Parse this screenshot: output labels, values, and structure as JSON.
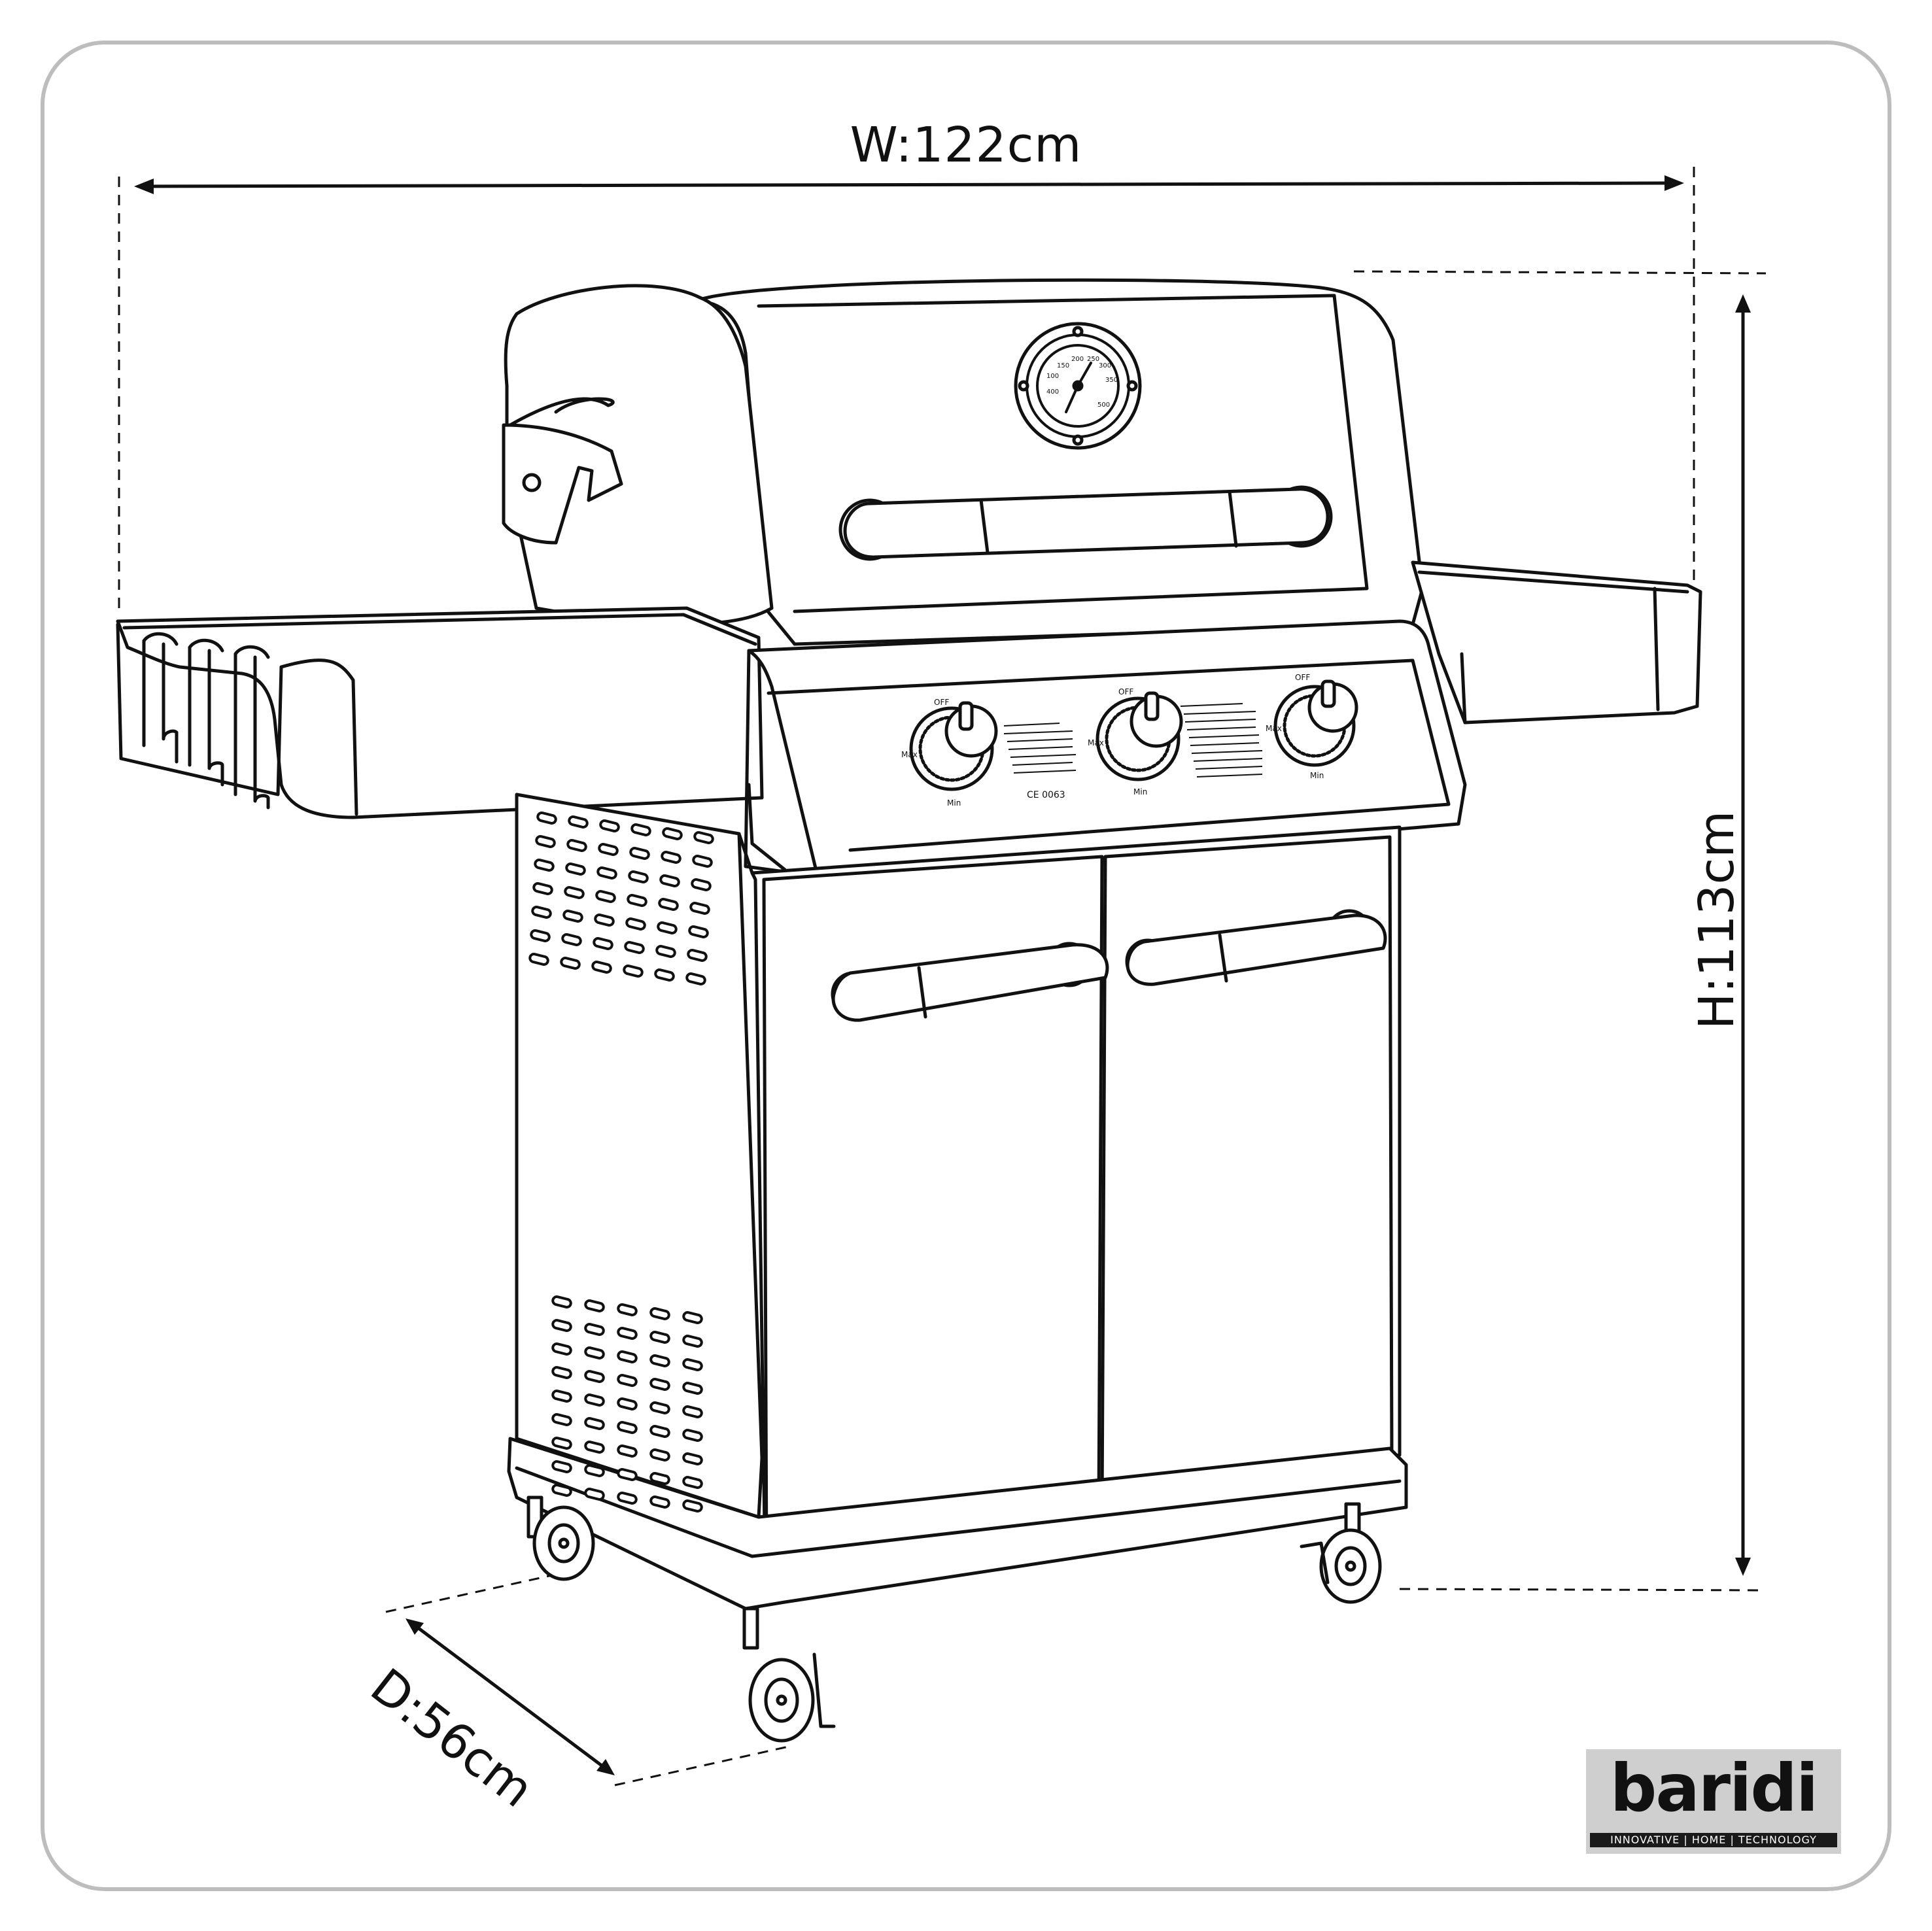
{
  "dimensions": {
    "width_label": "W:122cm",
    "height_label": "H:113cm",
    "depth_label": "D:56cm"
  },
  "gauge": {
    "scale": [
      "100",
      "150",
      "200",
      "250",
      "300",
      "350",
      "400",
      "500"
    ]
  },
  "knobs": [
    {
      "top": "OFF",
      "side": "Max",
      "bottom": "Min"
    },
    {
      "top": "OFF",
      "side": "Max",
      "bottom": "Min"
    },
    {
      "top": "OFF",
      "side": "Max",
      "bottom": "Min"
    }
  ],
  "panel": {
    "cert": "CE 0063"
  },
  "brand": {
    "name": "baridi",
    "tagline": "INNOVATIVE | HOME | TECHNOLOGY"
  }
}
